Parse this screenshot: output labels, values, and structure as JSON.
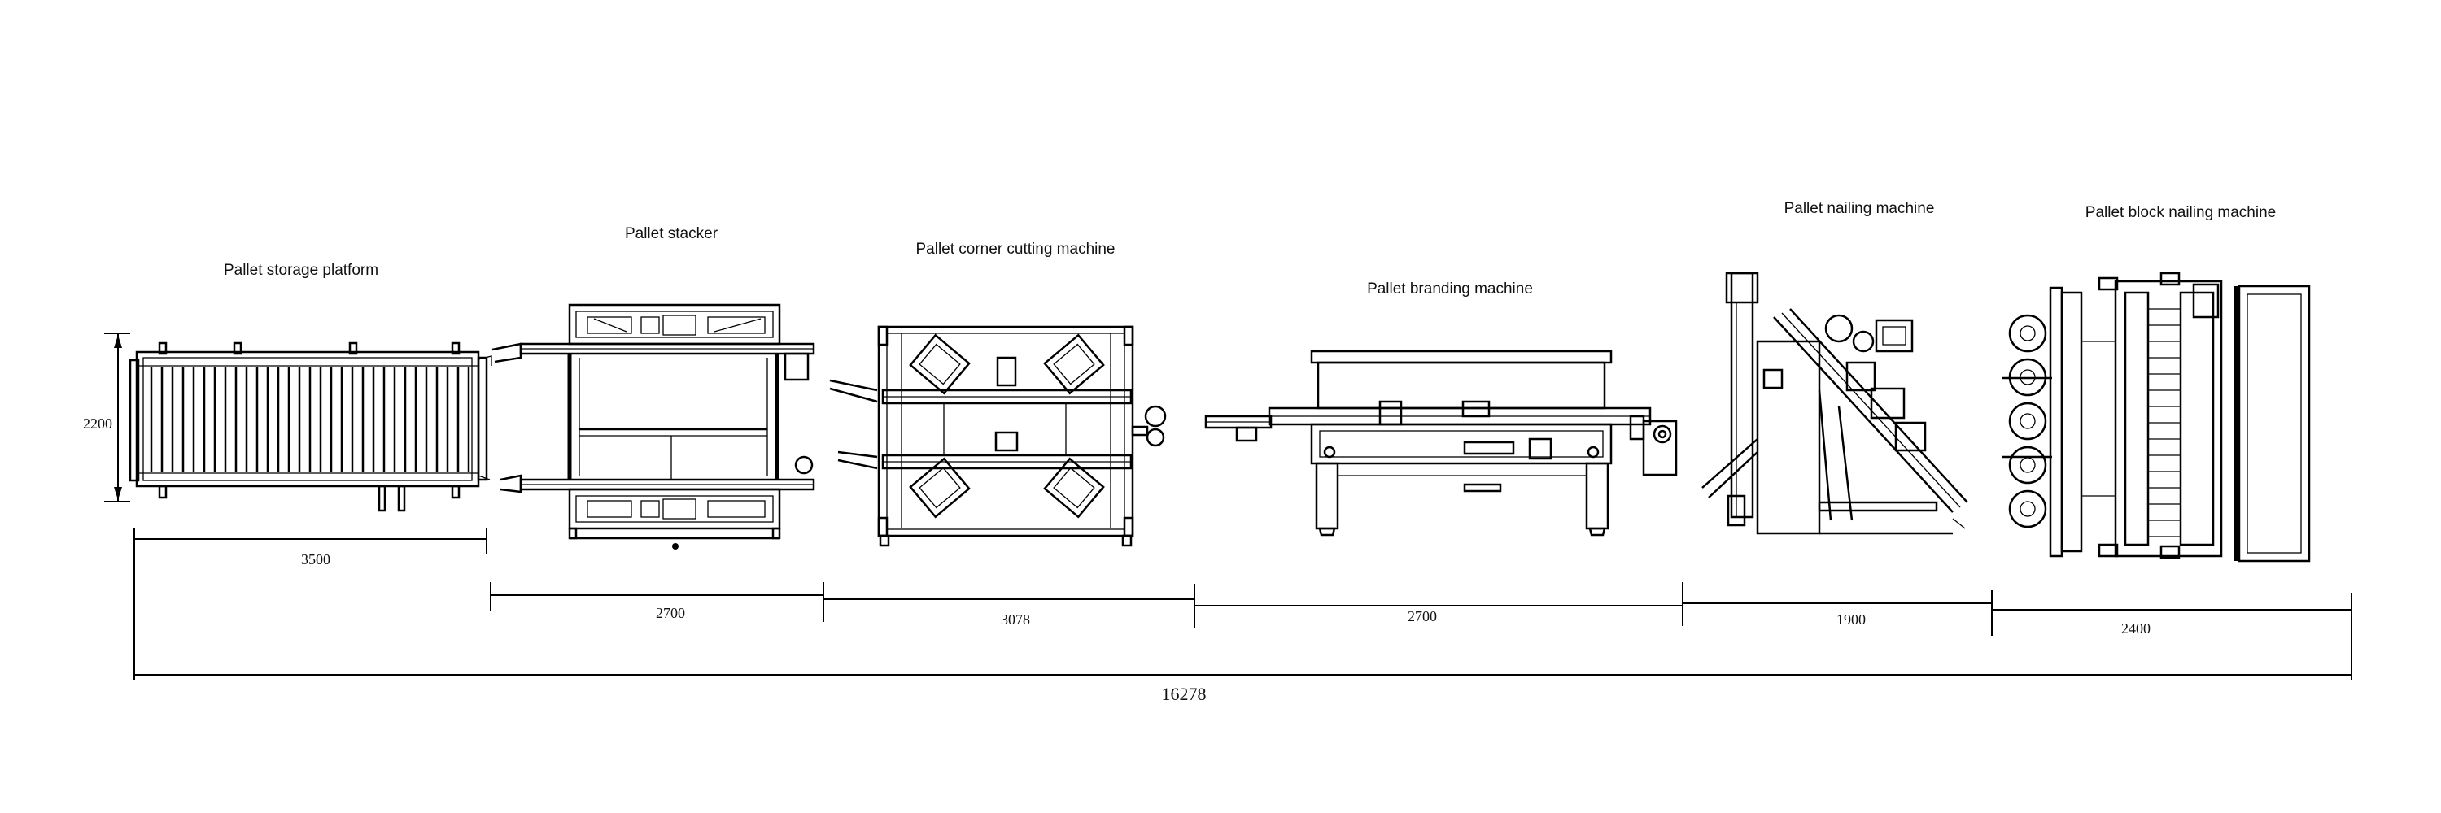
{
  "machines": [
    {
      "name": "Pallet storage platform"
    },
    {
      "name": "Pallet stacker"
    },
    {
      "name": "Pallet corner cutting machine"
    },
    {
      "name": "Pallet branding machine"
    },
    {
      "name": "Pallet nailing machine"
    },
    {
      "name": "Pallet block nailing machine"
    }
  ],
  "dimensions": {
    "height_label": "2200",
    "segments": [
      "3500",
      "2700",
      "3078",
      "2700",
      "1900",
      "2400"
    ],
    "total": "16278"
  }
}
